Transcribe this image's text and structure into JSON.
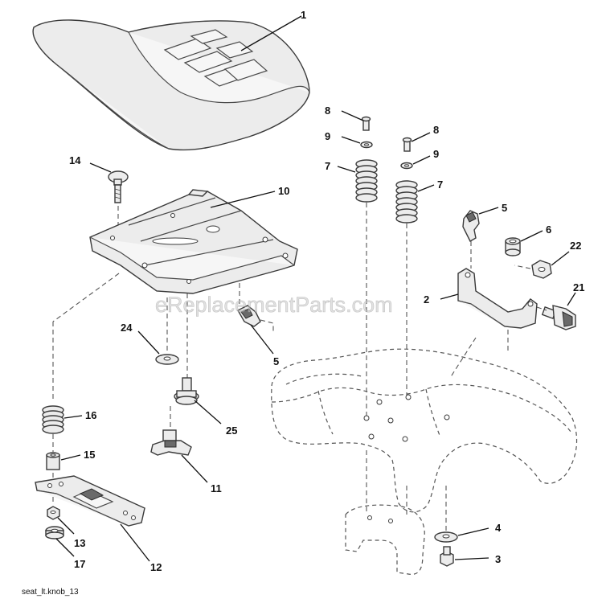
{
  "watermark": "eReplacementParts.com",
  "reference_code": "seat_lt.knob_13",
  "callouts": {
    "c1": "1",
    "c14": "14",
    "c10": "10",
    "c8a": "8",
    "c9a": "9",
    "c7a": "7",
    "c8b": "8",
    "c9b": "9",
    "c7b": "7",
    "c5a": "5",
    "c6": "6",
    "c22": "22",
    "c2": "2",
    "c21": "21",
    "c24": "24",
    "c5b": "5",
    "c16": "16",
    "c25": "25",
    "c15": "15",
    "c11": "11",
    "c13": "13",
    "c12": "12",
    "c17": "17",
    "c4": "4",
    "c3": "3"
  }
}
